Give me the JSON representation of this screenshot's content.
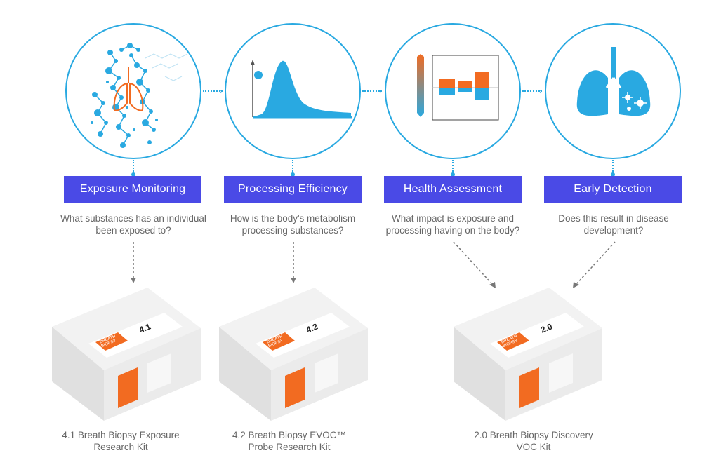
{
  "stages": [
    {
      "label": "Exposure Monitoring",
      "question": "What substances has an individual been exposed to?",
      "icon": "human-body-molecules-icon"
    },
    {
      "label": "Processing Efficiency",
      "question": "How is the body's metabolism processing substances?",
      "icon": "metabolism-curve-icon"
    },
    {
      "label": "Health Assessment",
      "question": "What impact is exposure and processing having on the body?",
      "icon": "impact-chart-icon"
    },
    {
      "label": "Early Detection",
      "question": "Does this result in disease development?",
      "icon": "lungs-icon"
    }
  ],
  "kits": [
    {
      "number": "4.1",
      "brand": "BREATH BIOPSY",
      "label_line1": "4.1 Breath Biopsy Exposure",
      "label_line2": "Research Kit"
    },
    {
      "number": "4.2",
      "brand": "BREATH BIOPSY",
      "label_line1": "4.2 Breath Biopsy EVOC™",
      "label_line2": "Probe Research Kit"
    },
    {
      "number": "2.0",
      "brand": "BREATH BIOPSY",
      "label_line1": "2.0 Breath Biopsy Discovery",
      "label_line2": "VOC Kit"
    }
  ],
  "colors": {
    "accent_blue": "#29a9e1",
    "button": "#4a4ae6",
    "orange": "#f26b21",
    "text": "#666666"
  }
}
